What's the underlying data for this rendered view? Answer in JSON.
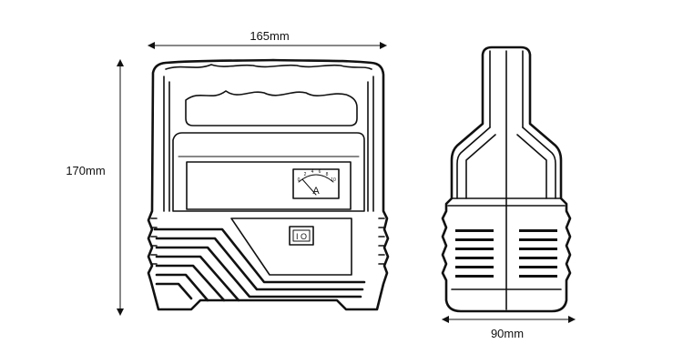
{
  "dimensions": {
    "width": "165mm",
    "height": "170mm",
    "depth": "90mm"
  },
  "meter": {
    "unit": "A",
    "scale": [
      "0",
      "2",
      "4",
      "6",
      "8",
      "10"
    ]
  },
  "switch": {
    "symbols": "I O"
  },
  "colors": {
    "ink": "#111111",
    "paper": "#ffffff"
  }
}
